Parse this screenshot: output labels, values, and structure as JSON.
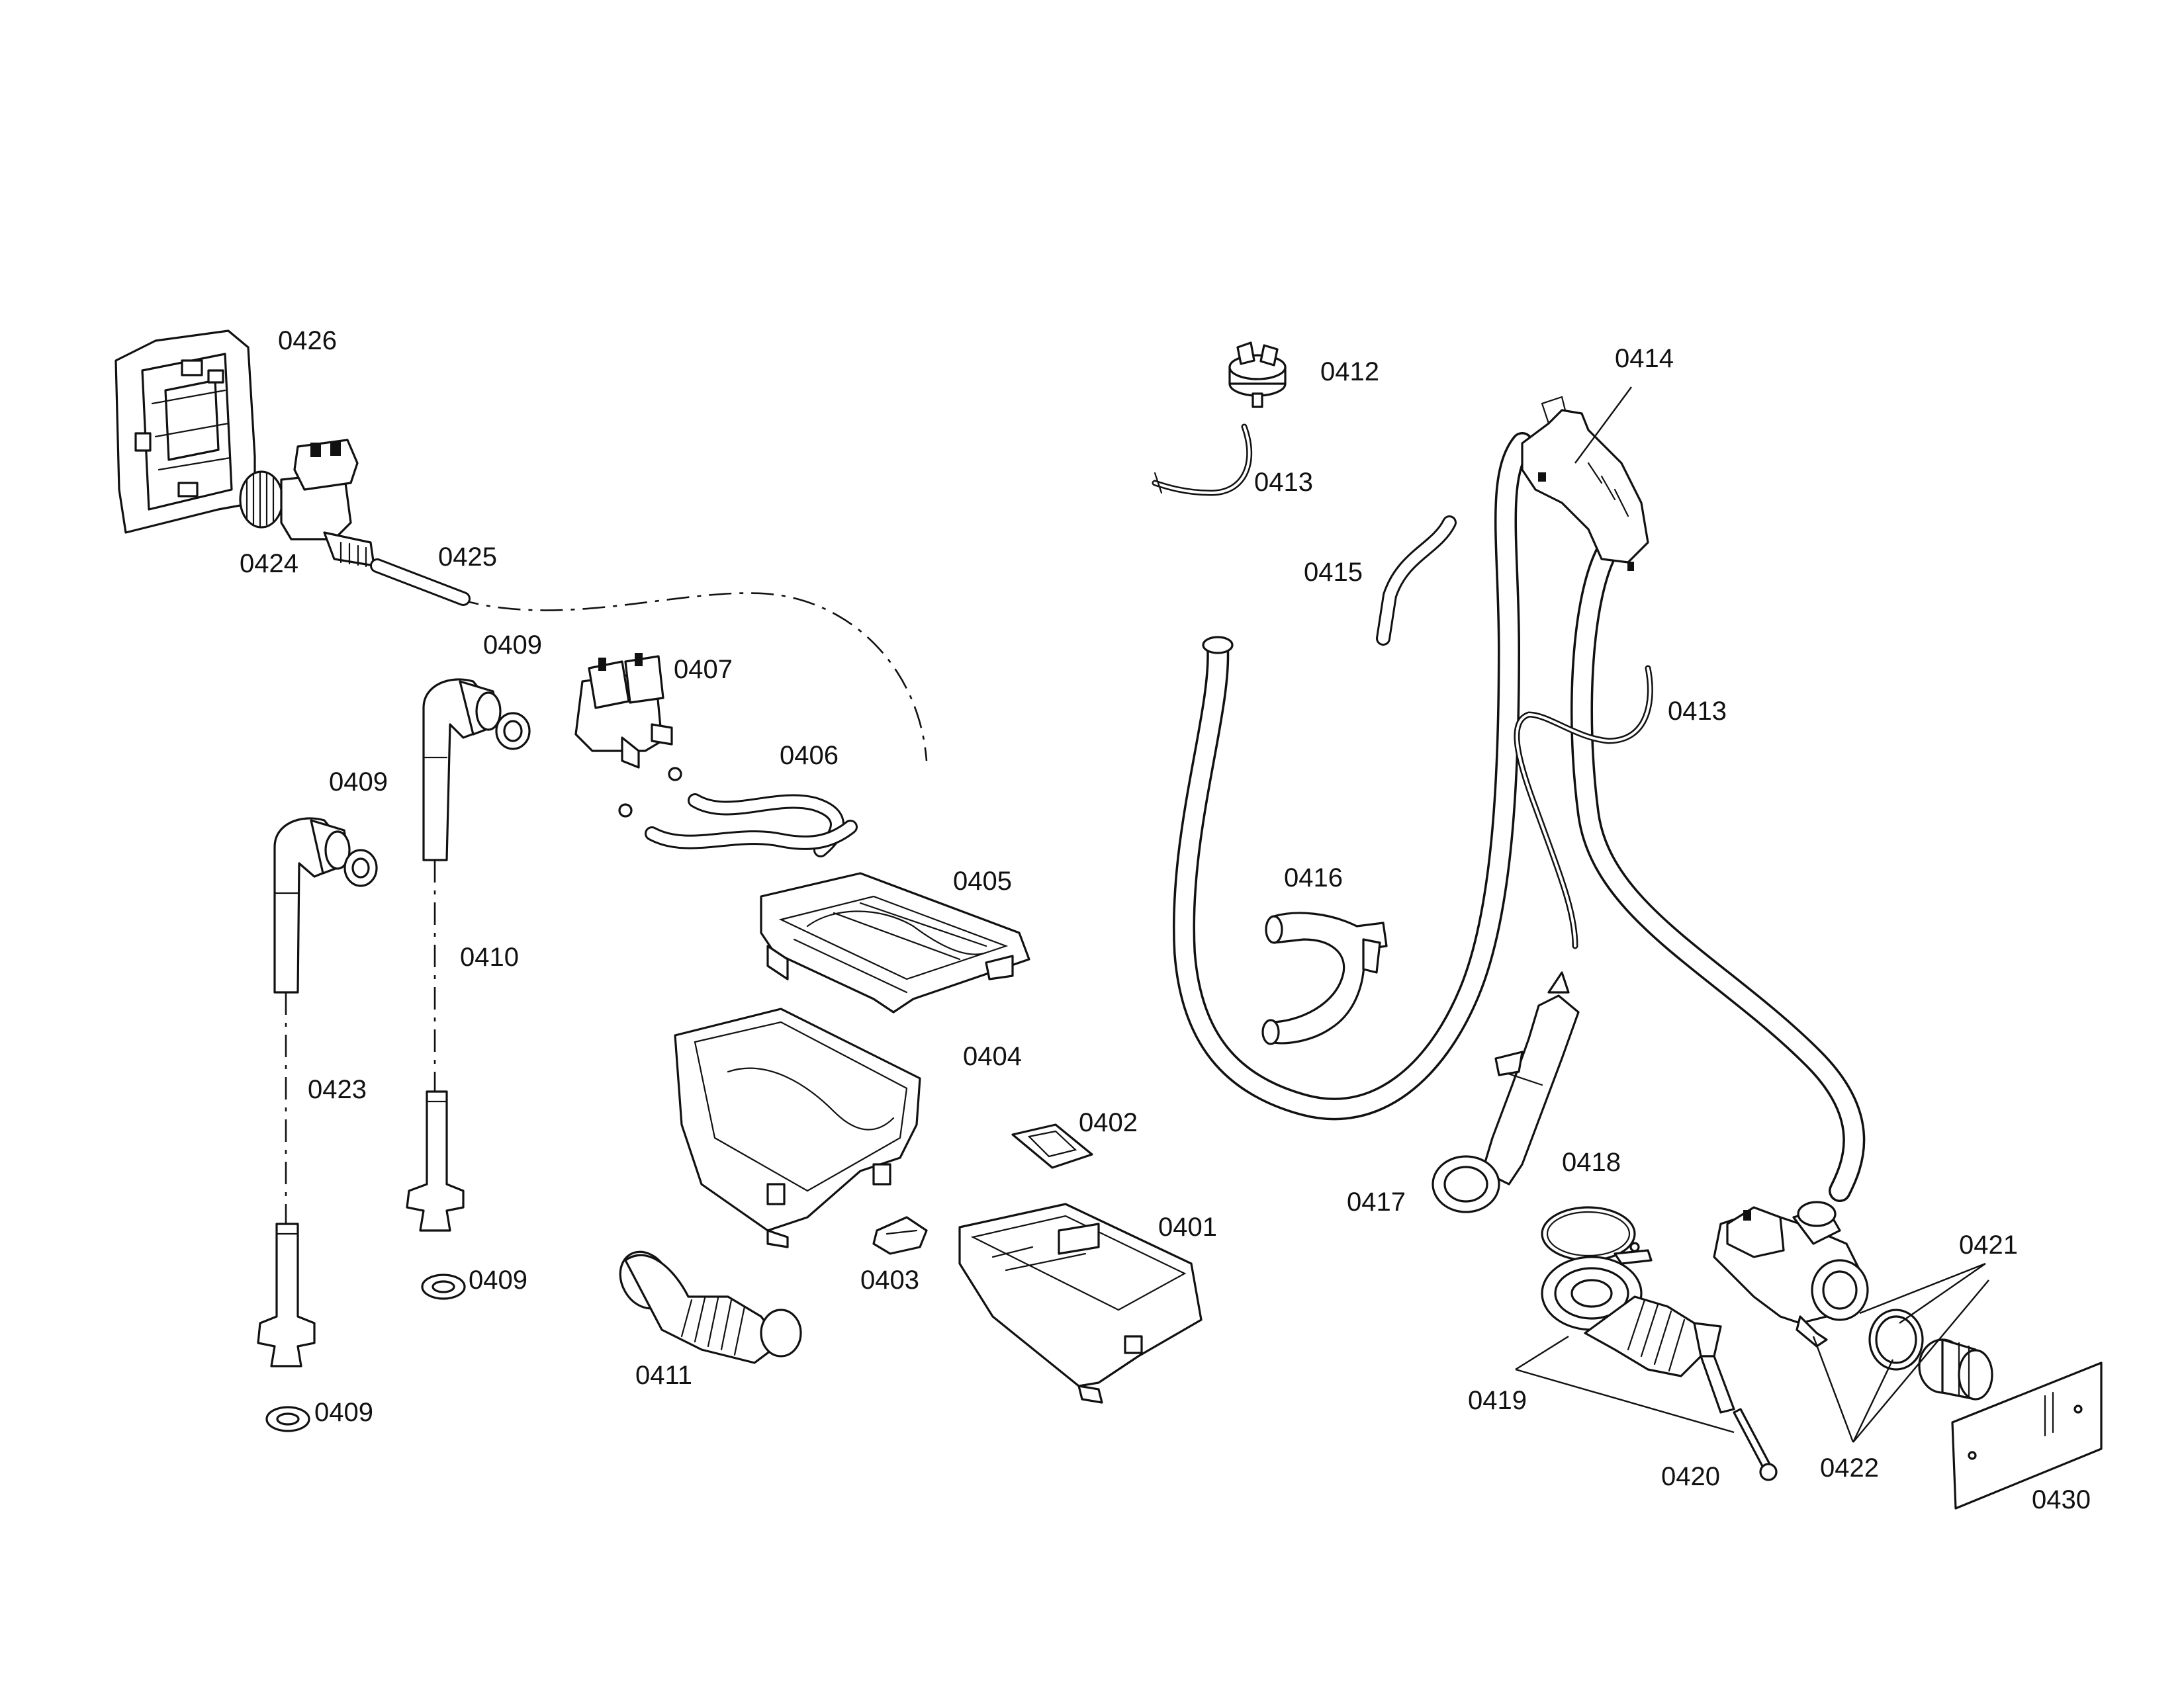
{
  "diagram": {
    "type": "exploded-parts-diagram",
    "subject": "washing machine water inlet, detergent dispenser and drain parts",
    "line_color": "#111111",
    "background": "#ffffff"
  },
  "callouts": {
    "c0426": "0426",
    "c0424": "0424",
    "c0425": "0425",
    "c0409a": "0409",
    "c0407": "0407",
    "c0409b": "0409",
    "c0406": "0406",
    "c0410": "0410",
    "c0405": "0405",
    "c0423": "0423",
    "c0404": "0404",
    "c0402": "0402",
    "c0409c": "0409",
    "c0403": "0403",
    "c0401": "0401",
    "c0411": "0411",
    "c0409d": "0409",
    "c0412": "0412",
    "c0413a": "0413",
    "c0414": "0414",
    "c0415": "0415",
    "c0413b": "0413",
    "c0416": "0416",
    "c0418": "0418",
    "c0417": "0417",
    "c0421": "0421",
    "c0419": "0419",
    "c0422": "0422",
    "c0420": "0420",
    "c0430": "0430"
  }
}
